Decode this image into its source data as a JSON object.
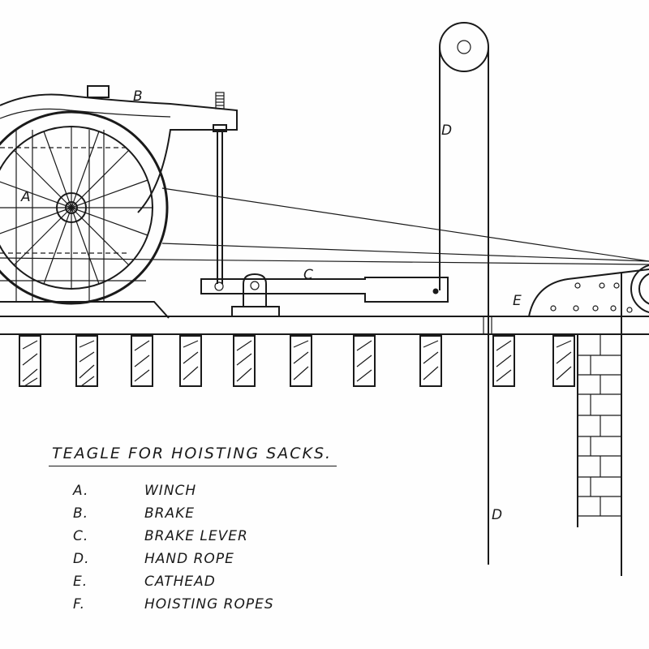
{
  "diagram": {
    "title": "TEAGLE FOR HOISTING SACKS.",
    "parts": [
      {
        "key": "A.",
        "name": "WINCH"
      },
      {
        "key": "B.",
        "name": "BRAKE"
      },
      {
        "key": "C.",
        "name": "BRAKE LEVER"
      },
      {
        "key": "D.",
        "name": "HAND ROPE"
      },
      {
        "key": "E.",
        "name": "CATHEAD"
      },
      {
        "key": "F.",
        "name": "HOISTING ROPES"
      }
    ],
    "callouts": {
      "winch": "A",
      "brake": "B",
      "brake_lever": "C",
      "hand_rope_upper": "D",
      "hand_rope_lower": "D",
      "cathead": "E"
    },
    "colors": {
      "ink": "#1a1a1a",
      "paper": "#fefefe"
    }
  }
}
